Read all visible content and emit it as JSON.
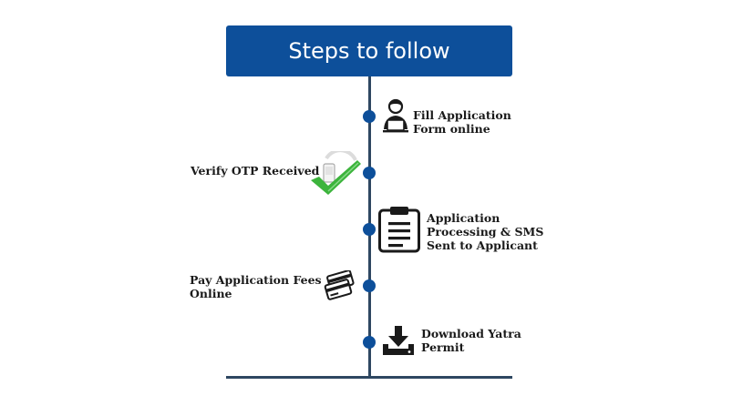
{
  "header": {
    "title": "Steps to follow"
  },
  "steps": [
    {
      "label": "Fill Application\nForm online",
      "icon": "user-at-laptop-icon"
    },
    {
      "label": "Verify OTP Received",
      "icon": "phone-checkmark-icon"
    },
    {
      "label": "Application\nProcessing & SMS\nSent to Applicant",
      "icon": "clipboard-icon"
    },
    {
      "label": "Pay Application Fees\nOnline",
      "icon": "credit-cards-icon"
    },
    {
      "label": "Download Yatra\nPermit",
      "icon": "download-icon"
    }
  ],
  "colors": {
    "primary": "#0d4f9a",
    "line": "#2e4761",
    "check": "#3cb43c"
  }
}
